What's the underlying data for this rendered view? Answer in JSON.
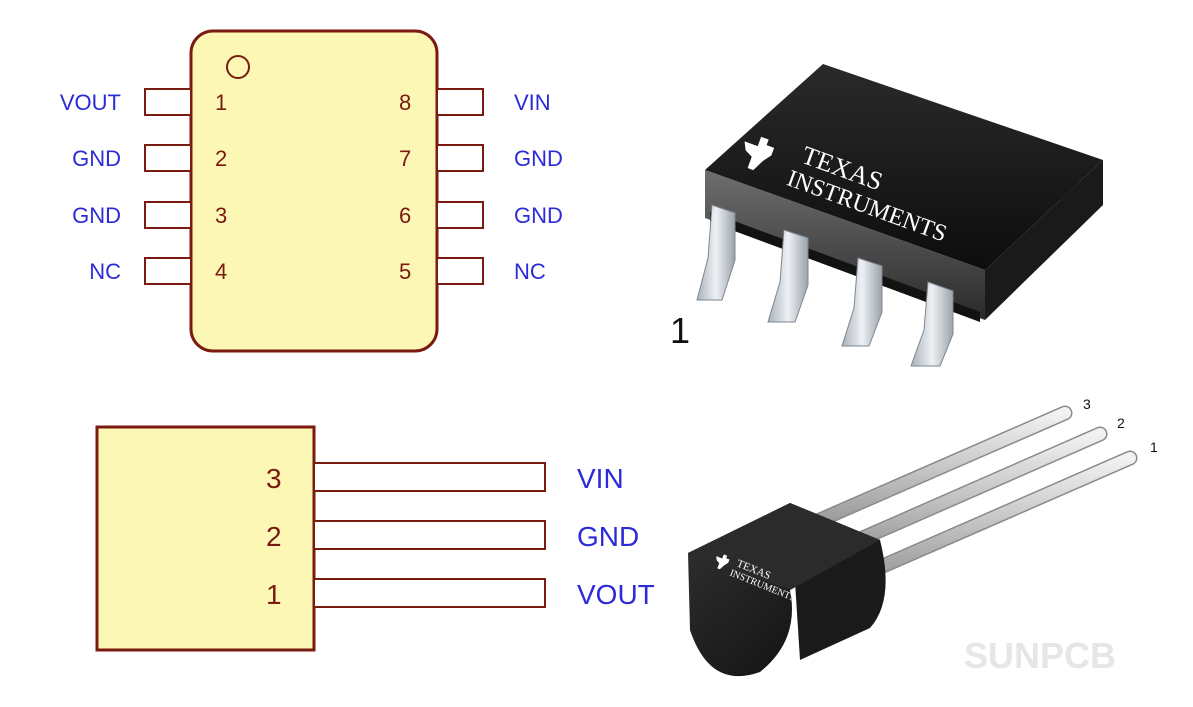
{
  "soic8": {
    "left_pins": [
      {
        "number": "1",
        "name": "VOUT"
      },
      {
        "number": "2",
        "name": "GND"
      },
      {
        "number": "3",
        "name": "GND"
      },
      {
        "number": "4",
        "name": "NC"
      }
    ],
    "right_pins": [
      {
        "number": "8",
        "name": "VIN"
      },
      {
        "number": "7",
        "name": "GND"
      },
      {
        "number": "6",
        "name": "GND"
      },
      {
        "number": "5",
        "name": "NC"
      }
    ],
    "body_color": "#fdf7b5",
    "outline_color": "#7a1a10"
  },
  "soic_photo": {
    "brand_line1": "TEXAS",
    "brand_line2": "INSTRUMENTS",
    "pin1_label": "1",
    "logo": "ti-logo-icon"
  },
  "to92": {
    "pins": [
      {
        "number": "3",
        "name": "VIN"
      },
      {
        "number": "2",
        "name": "GND"
      },
      {
        "number": "1",
        "name": "VOUT"
      }
    ]
  },
  "to92_photo": {
    "brand_line1": "TEXAS",
    "brand_line2": "INSTRUMENTS",
    "lead_labels": [
      "3",
      "2",
      "1"
    ],
    "logo": "ti-logo-icon"
  },
  "watermark": "SUNPCB",
  "colors": {
    "label_blue": "#2b2bd9",
    "outline_red": "#7a1a10",
    "body_yellow": "#fdf7b5"
  }
}
